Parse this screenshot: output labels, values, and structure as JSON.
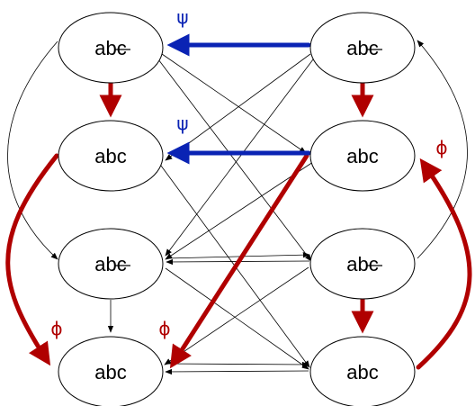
{
  "colors": {
    "red": "#b00000",
    "blue": "#0a23b4",
    "black": "#000000"
  },
  "nodes": [
    {
      "id": "L1",
      "label": "abc",
      "struck": true
    },
    {
      "id": "L2",
      "label": "abc",
      "struck": false
    },
    {
      "id": "L3",
      "label": "abc",
      "struck": true
    },
    {
      "id": "L4",
      "label": "abc",
      "struck": false
    },
    {
      "id": "R1",
      "label": "abc",
      "struck": true
    },
    {
      "id": "R2",
      "label": "abc",
      "struck": false
    },
    {
      "id": "R3",
      "label": "abc",
      "struck": true
    },
    {
      "id": "R4",
      "label": "abc",
      "struck": false
    }
  ],
  "edges": [
    {
      "from": "L1",
      "to": "L2",
      "kind": "red",
      "label": ""
    },
    {
      "from": "R1",
      "to": "R2",
      "kind": "red",
      "label": ""
    },
    {
      "from": "R3",
      "to": "R4",
      "kind": "red",
      "label": ""
    },
    {
      "from": "L2",
      "to": "L4",
      "kind": "red",
      "label": "ϕ"
    },
    {
      "from": "R2",
      "to": "L4",
      "kind": "red",
      "label": "ϕ"
    },
    {
      "from": "R4",
      "to": "R2",
      "kind": "red",
      "label": "ϕ"
    },
    {
      "from": "R1",
      "to": "L1",
      "kind": "blue",
      "label": "ψ"
    },
    {
      "from": "R2",
      "to": "L2",
      "kind": "blue",
      "label": "ψ"
    },
    {
      "from": "L3",
      "to": "L4",
      "kind": "thin",
      "label": ""
    },
    {
      "from": "L1",
      "to": "L3",
      "kind": "thin",
      "label": ""
    },
    {
      "from": "R3",
      "to": "R1",
      "kind": "thin",
      "label": ""
    },
    {
      "from": "R1",
      "to": "L2",
      "kind": "thin",
      "label": ""
    },
    {
      "from": "R1",
      "to": "L3",
      "kind": "thin",
      "label": ""
    },
    {
      "from": "L1",
      "to": "R2",
      "kind": "thin",
      "label": ""
    },
    {
      "from": "L1",
      "to": "R3",
      "kind": "thin",
      "label": ""
    },
    {
      "from": "R2",
      "to": "L3",
      "kind": "thin",
      "label": ""
    },
    {
      "from": "L2",
      "to": "R4",
      "kind": "thin",
      "label": ""
    },
    {
      "from": "L3",
      "to": "R3",
      "kind": "thin",
      "label": ""
    },
    {
      "from": "R3",
      "to": "L3",
      "kind": "thin",
      "label": ""
    },
    {
      "from": "L3",
      "to": "R4",
      "kind": "thin",
      "label": ""
    },
    {
      "from": "R3",
      "to": "L4",
      "kind": "thin",
      "label": ""
    },
    {
      "from": "L4",
      "to": "R4",
      "kind": "thin",
      "label": ""
    },
    {
      "from": "R4",
      "to": "L4",
      "kind": "thin",
      "label": ""
    }
  ]
}
